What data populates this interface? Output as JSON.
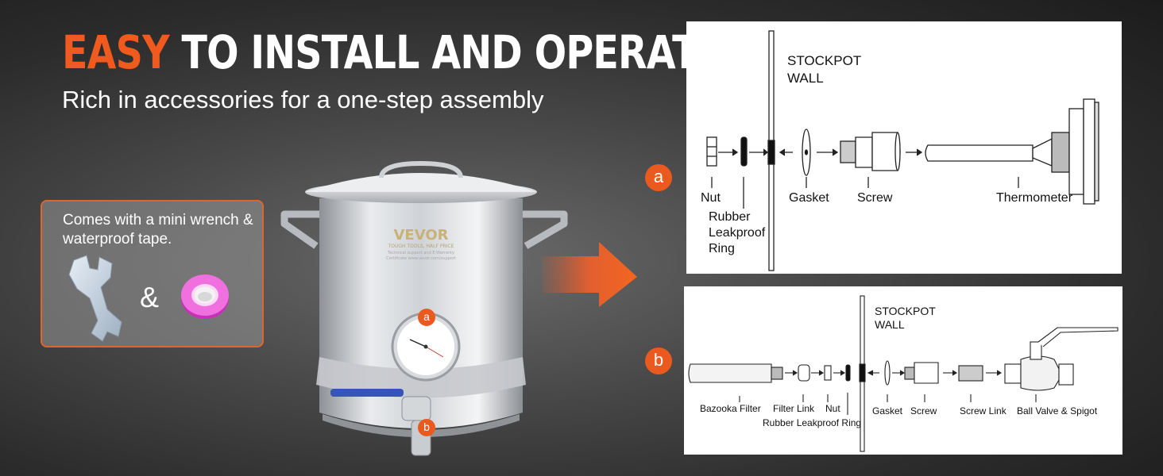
{
  "headline": {
    "accent": "EASY",
    "rest": " TO INSTALL AND OPERATE"
  },
  "subheadline": "Rich in accessories for a one-step assembly",
  "accessories": {
    "text": "Comes with a mini wrench & waterproof tape.",
    "ampersand": "&",
    "icons": [
      "wrench-icon",
      "tape-roll-icon"
    ]
  },
  "product": {
    "brand": "VEVOR",
    "tagline": "TOUGH TOOLS, HALF PRICE",
    "fine_print_1": "Technical support and E-Warranty",
    "fine_print_2": "Certificate www.vevor.com/support",
    "marker_a": "a",
    "marker_b": "b"
  },
  "diagram_a": {
    "badge": "a",
    "wall_label_1": "STOCKPOT",
    "wall_label_2": "WALL",
    "nut": "Nut",
    "ring_1": "Rubber",
    "ring_2": "Leakproof",
    "ring_3": "Ring",
    "gasket": "Gasket",
    "screw": "Screw",
    "thermometer": "Thermometer"
  },
  "diagram_b": {
    "badge": "b",
    "wall_label_1": "STOCKPOT",
    "wall_label_2": "WALL",
    "bazooka": "Bazooka Filter",
    "filter_link": "Filter Link",
    "nut": "Nut",
    "ring": "Rubber Leakproof Ring",
    "gasket": "Gasket",
    "screw": "Screw",
    "screw_link": "Screw Link",
    "ball_valve": "Ball Valve & Spigot"
  },
  "colors": {
    "accent": "#f05a1e",
    "badge": "#ea5a1e",
    "panel": "#ffffff"
  }
}
